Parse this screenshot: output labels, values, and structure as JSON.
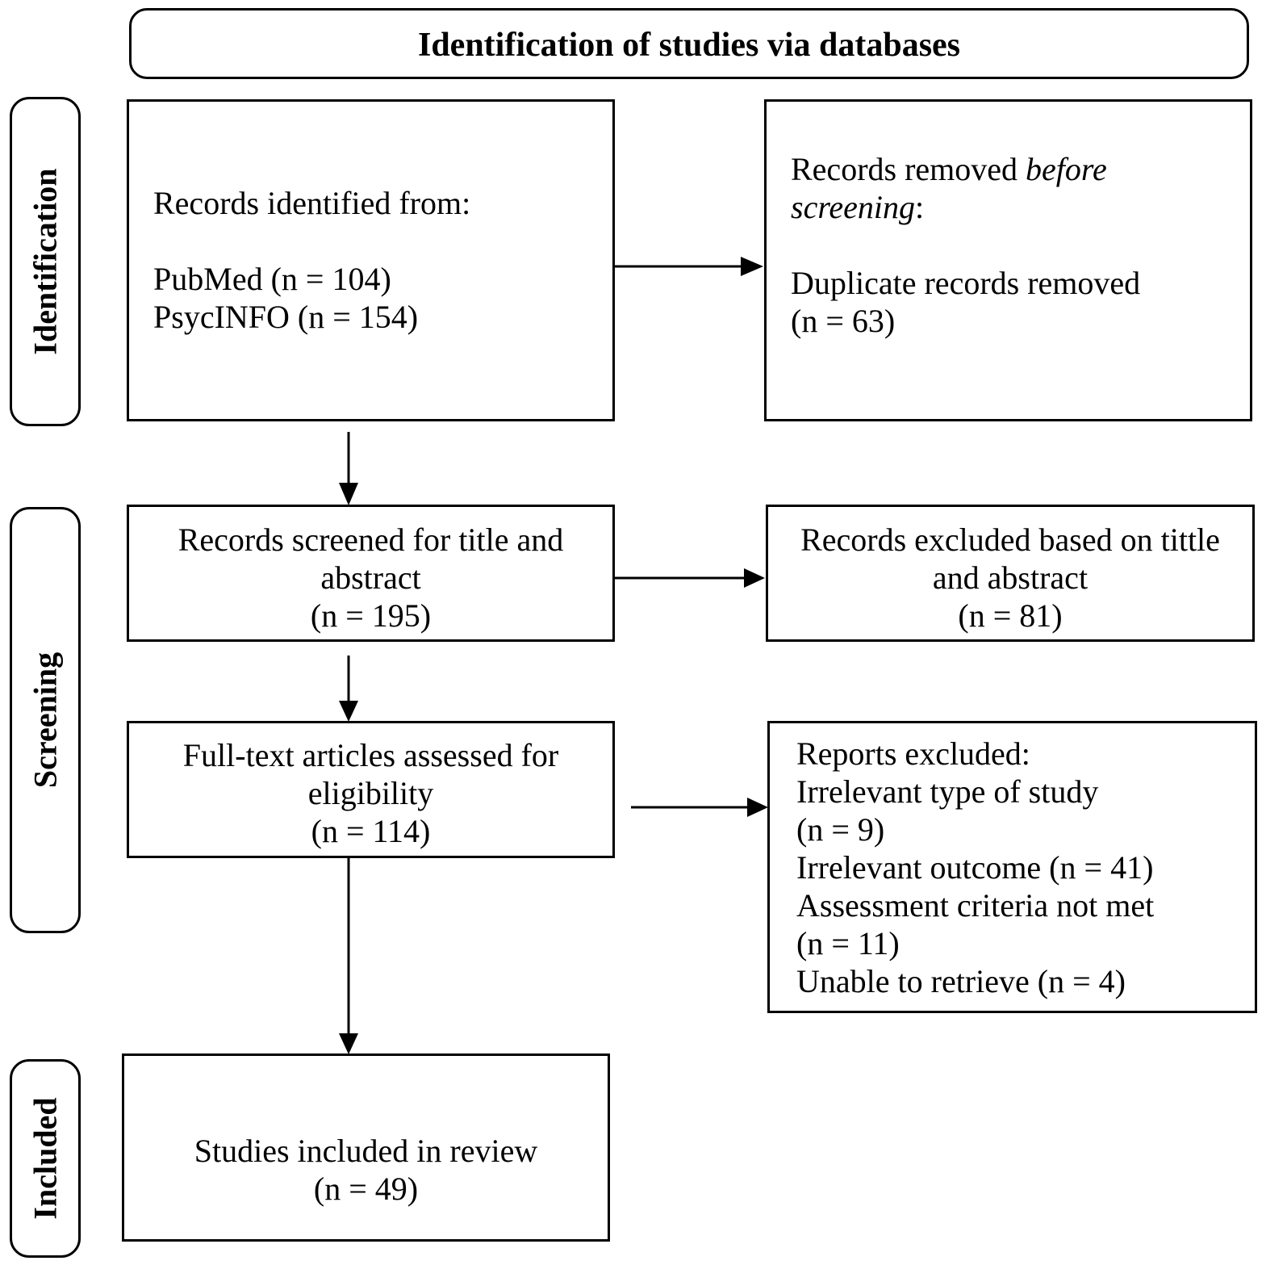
{
  "header": {
    "title": "Identification of studies via databases"
  },
  "phases": {
    "identification": "Identification",
    "screening": "Screening",
    "included": "Included"
  },
  "identified": {
    "heading": "Records identified from:",
    "sources": [
      "PubMed (n = 104)",
      "PsycINFO (n = 154)"
    ]
  },
  "removed": {
    "line1_prefix": "Records removed ",
    "line1_italic": "before",
    "line2_italic": "screening",
    "line2_suffix": ":",
    "detail": "Duplicate records removed",
    "count": "(n = 63)"
  },
  "screened": {
    "line1": "Records screened for title and",
    "line2": "abstract",
    "count": "(n = 195)"
  },
  "excluded_title": {
    "line1": "Records excluded based on tittle",
    "line2": "and abstract",
    "count": "(n = 81)"
  },
  "fulltext": {
    "line1": "Full-text articles assessed for",
    "line2": "eligibility",
    "count": "(n = 114)"
  },
  "reports_excluded": {
    "heading": "Reports excluded:",
    "lines": [
      "Irrelevant type of study",
      "(n = 9)",
      "Irrelevant outcome (n = 41)",
      "Assessment criteria not met",
      "(n = 11)",
      "Unable to retrieve (n = 4)"
    ]
  },
  "included_box": {
    "line1": "Studies included in review",
    "count": "(n = 49)"
  }
}
